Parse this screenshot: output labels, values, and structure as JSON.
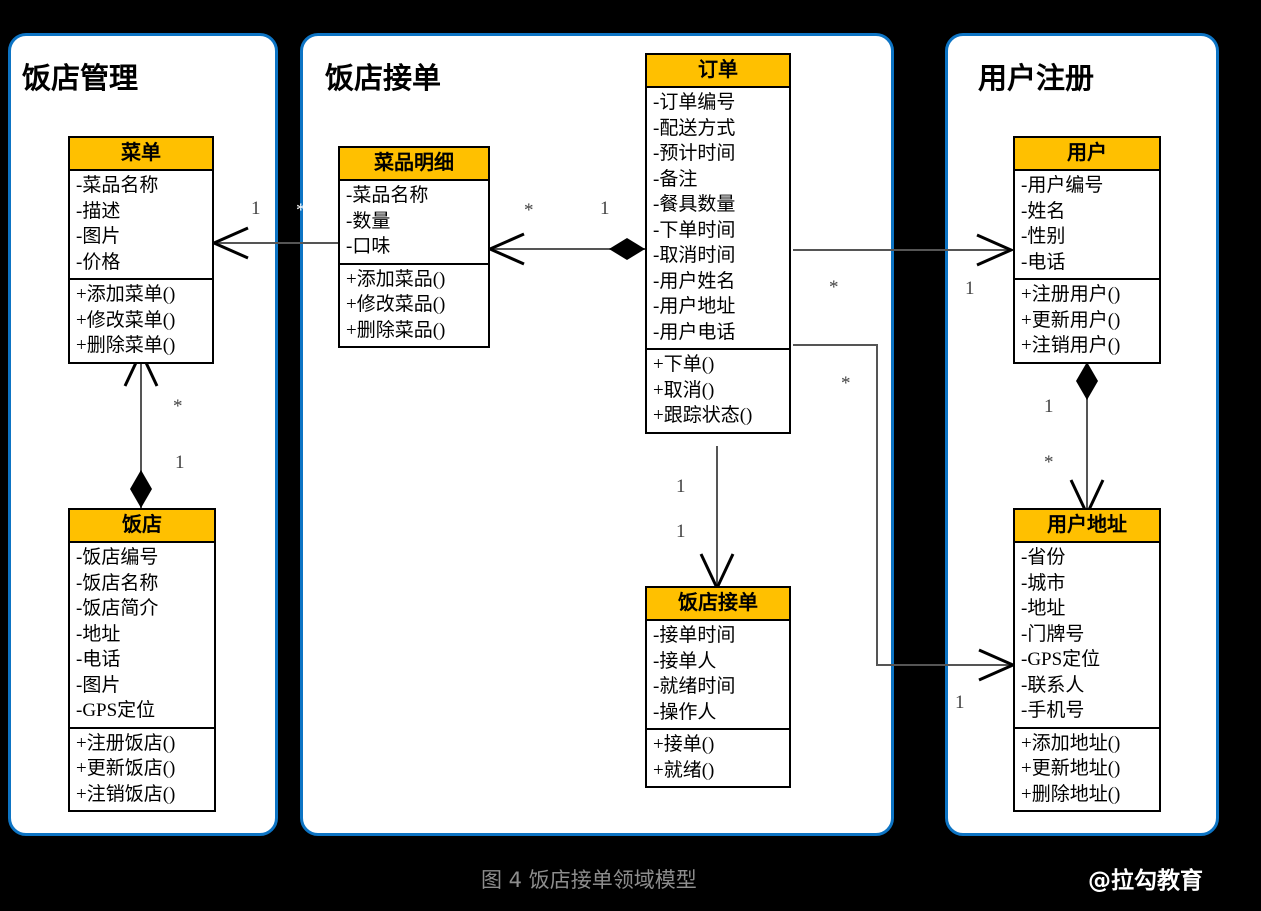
{
  "diagram": {
    "caption": "图 4 饭店接单领域模型",
    "watermark": "@拉勾教育",
    "colors": {
      "package_border": "#0d74c4",
      "class_header": "#FFC000",
      "background": "#000000",
      "paper": "#ffffff"
    }
  },
  "packages": [
    {
      "name": "restaurant-management",
      "title": "饭店管理"
    },
    {
      "name": "restaurant-order-taking",
      "title": "饭店接单"
    },
    {
      "name": "user-registration",
      "title": "用户注册"
    }
  ],
  "classes": {
    "menu": {
      "title": "菜单",
      "attributes": [
        "-菜品名称",
        "-描述",
        "-图片",
        "-价格"
      ],
      "operations": [
        "+添加菜单()",
        "+修改菜单()",
        "+删除菜单()"
      ]
    },
    "restaurant": {
      "title": "饭店",
      "attributes": [
        "-饭店编号",
        "-饭店名称",
        "-饭店简介",
        "-地址",
        "-电话",
        "-图片",
        "-GPS定位"
      ],
      "operations": [
        "+注册饭店()",
        "+更新饭店()",
        "+注销饭店()"
      ]
    },
    "dish_detail": {
      "title": "菜品明细",
      "attributes": [
        "-菜品名称",
        "-数量",
        "-口味"
      ],
      "operations": [
        "+添加菜品()",
        "+修改菜品()",
        "+删除菜品()"
      ]
    },
    "order": {
      "title": "订单",
      "attributes": [
        "-订单编号",
        "-配送方式",
        "-预计时间",
        "-备注",
        "-餐具数量",
        "-下单时间",
        "-取消时间",
        "-用户姓名",
        "-用户地址",
        "-用户电话"
      ],
      "operations": [
        "+下单()",
        "+取消()",
        "+跟踪状态()"
      ]
    },
    "order_accept": {
      "title": "饭店接单",
      "attributes": [
        "-接单时间",
        "-接单人",
        "-就绪时间",
        "-操作人"
      ],
      "operations": [
        "+接单()",
        "+就绪()"
      ]
    },
    "user": {
      "title": "用户",
      "attributes": [
        "-用户编号",
        "-姓名",
        "-性别",
        "-电话"
      ],
      "operations": [
        "+注册用户()",
        "+更新用户()",
        "+注销用户()"
      ]
    },
    "user_address": {
      "title": "用户地址",
      "attributes": [
        "-省份",
        "-城市",
        "-地址",
        "-门牌号",
        "-GPS定位",
        "-联系人",
        "-手机号"
      ],
      "operations": [
        "+添加地址()",
        "+更新地址()",
        "+删除地址()"
      ]
    }
  },
  "relations": [
    {
      "name": "restaurant-to-menu",
      "from": "饭店",
      "to": "菜单",
      "kind": "composition",
      "from_multiplicity": "1",
      "to_multiplicity": "*"
    },
    {
      "name": "dish-detail-to-menu",
      "from": "菜品明细",
      "to": "菜单",
      "kind": "association",
      "from_multiplicity": "*",
      "to_multiplicity": "1"
    },
    {
      "name": "order-to-dish-detail",
      "from": "订单",
      "to": "菜品明细",
      "kind": "composition",
      "from_multiplicity": "1",
      "to_multiplicity": "*"
    },
    {
      "name": "order-to-order-accept",
      "from": "订单",
      "to": "饭店接单",
      "kind": "association",
      "from_multiplicity": "1",
      "to_multiplicity": "1"
    },
    {
      "name": "order-to-user",
      "from": "订单",
      "to": "用户",
      "kind": "association",
      "from_multiplicity": "*",
      "to_multiplicity": "1"
    },
    {
      "name": "order-to-user-address",
      "from": "订单",
      "to": "用户地址",
      "kind": "association",
      "from_multiplicity": "*",
      "to_multiplicity": "1"
    },
    {
      "name": "user-to-user-address",
      "from": "用户",
      "to": "用户地址",
      "kind": "composition",
      "from_multiplicity": "1",
      "to_multiplicity": "*"
    }
  ],
  "multiplicity_labels": {
    "menu_dish_one": "1",
    "menu_dish_star": "*",
    "dish_order_star": "*",
    "dish_order_one": "1",
    "menu_rest_star": "*",
    "menu_rest_one": "1",
    "order_accept_top": "1",
    "order_accept_bottom": "1",
    "order_user_star": "*",
    "order_user_one": "1",
    "order_addr_star": "*",
    "order_addr_one": "1",
    "user_addr_one": "1",
    "user_addr_star": "*"
  }
}
